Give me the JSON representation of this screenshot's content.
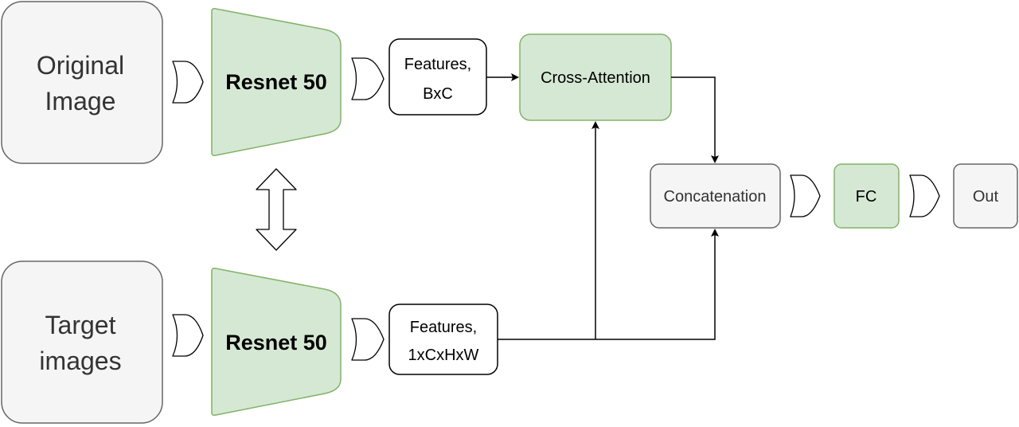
{
  "nodes": {
    "original_image": [
      "Original",
      "Image"
    ],
    "target_images": [
      "Target",
      "images"
    ],
    "resnet_top": "Resnet 50",
    "resnet_bottom": "Resnet 50",
    "features_top": [
      "Features,",
      "BxC"
    ],
    "features_bottom": [
      "Features,",
      "1xCxHxW"
    ],
    "cross_attention": "Cross-Attention",
    "concatenation": "Concatenation",
    "fc": "FC",
    "out": "Out"
  },
  "colors": {
    "gray_fill": "#f5f5f5",
    "gray_stroke": "#666666",
    "green_fill": "#d5e8d4",
    "green_stroke": "#82b366"
  }
}
